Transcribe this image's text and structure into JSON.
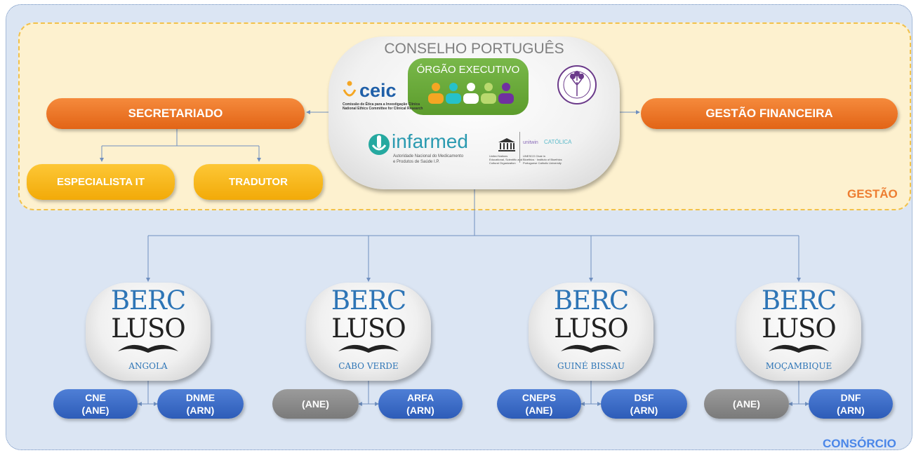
{
  "regions": {
    "gestao": "GESTÃO",
    "consorcio": "CONSÓRCIO"
  },
  "council": {
    "title": "CONSELHO PORTUGUÊS",
    "executive": "ÓRGÃO EXECUTIVO",
    "logos": {
      "ceic": "ceic",
      "ceic_sub1": "Comissão de Ética para a Investigação Clínica",
      "ceic_sub2": "National Ethics Committee for Clinical Research",
      "infarmed": "infarmed",
      "infarmed_sub1": "Autoridade Nacional do Medicamento",
      "infarmed_sub2": "e Produtos de Saúde I.P.",
      "unesco_sub1": "United Nations",
      "unesco_sub2": "Educational, Scientific and",
      "unesco_sub3": "Cultural Organization",
      "unesco_chair1": "UNESCO Chair in",
      "unesco_chair2": "Bioethics · Instituto of Bioethics",
      "unesco_chair3": "Portuguese Catholic University",
      "unitwin": "unitwin",
      "catolica": "CATÓLICA"
    }
  },
  "management": {
    "secretariat": "SECRETARIADO",
    "finance": "GESTÃO FINANCEIRA",
    "it": "ESPECIALISTA IT",
    "translator": "TRADUTOR"
  },
  "bercs": [
    {
      "l1": "BERC",
      "l2": "LUSO",
      "country": "ANGOLA",
      "ane": "CNE",
      "ane_tag": "(ANE)",
      "arn": "DNME",
      "arn_tag": "(ARN)"
    },
    {
      "l1": "BERC",
      "l2": "LUSO",
      "country": "CABO VERDE",
      "ane": "",
      "ane_tag": "(ANE)",
      "arn": "ARFA",
      "arn_tag": "(ARN)"
    },
    {
      "l1": "BERC",
      "l2": "LUSO",
      "country": "GUINÉ BISSAU",
      "ane": "CNEPS",
      "ane_tag": "(ANE)",
      "arn": "DSF",
      "arn_tag": "(ARN)"
    },
    {
      "l1": "BERC",
      "l2": "LUSO",
      "country": "MOÇAMBIQUE",
      "ane": "",
      "ane_tag": "(ANE)",
      "arn": "DNF",
      "arn_tag": "(ARN)"
    }
  ],
  "colors": {
    "orange": "#ed7d31",
    "yellow": "#ffc000",
    "blue": "#4472c4",
    "grey": "#8c8c8c",
    "green": "#70ad47",
    "purple": "#7030a0"
  }
}
